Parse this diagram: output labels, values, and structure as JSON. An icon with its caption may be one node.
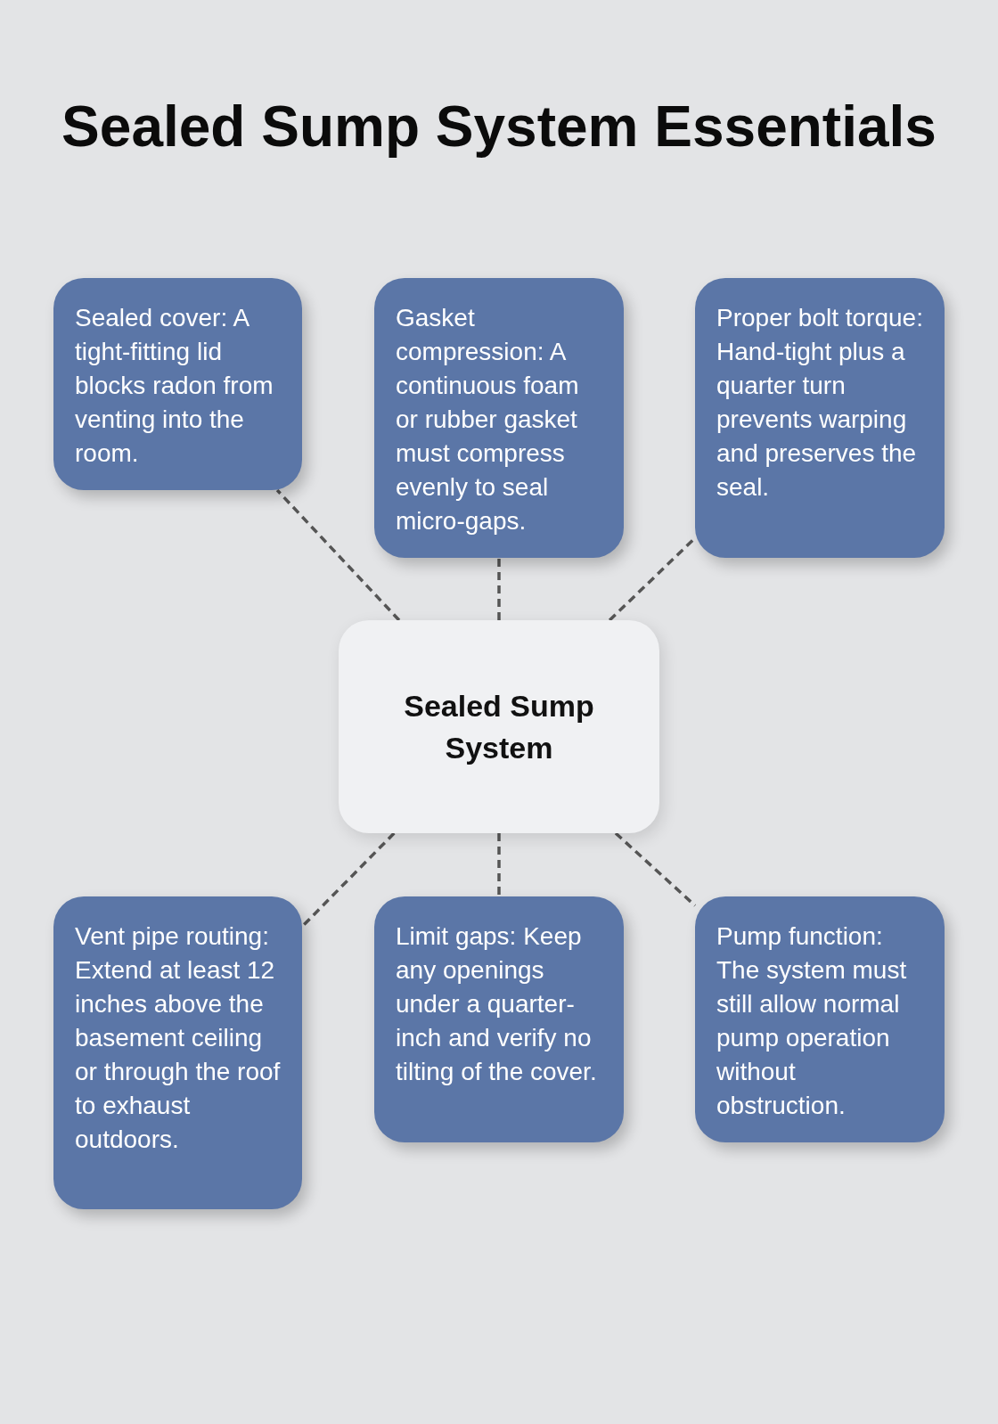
{
  "diagram": {
    "title": "Sealed Sump System Essentials",
    "nodes": [
      {
        "text": [
          "Sealed cover: A tight-fitting lid blocks radon from venting into the room."
        ]
      },
      {
        "text": [
          "Gasket compression: A continuous foam or rubber gasket must compress evenly to seal micro-gaps."
        ]
      },
      {
        "text": [
          "Proper bolt torque: Hand-tight plus a quarter turn prevents warping and preserves the seal."
        ]
      },
      {
        "text": [
          "Sealed Sump System"
        ]
      },
      {
        "text": [
          "Vent pipe routing: Extend at least 12 inches above the basement ceiling or through the roof to exhaust outdoors."
        ]
      },
      {
        "text": [
          "Limit gaps: Keep any openings under a quarter-inch and verify no tilting of the cover."
        ]
      },
      {
        "text": [
          "Pump function: The system must still allow normal pump operation without obstruction."
        ]
      }
    ],
    "edges": [
      {
        "from": 3,
        "to": 0,
        "arrow": "none",
        "style": "dashed"
      },
      {
        "from": 3,
        "to": 1,
        "arrow": "none",
        "style": "dashed"
      },
      {
        "from": 3,
        "to": 2,
        "arrow": "none",
        "style": "dashed"
      },
      {
        "from": 3,
        "to": 4,
        "arrow": "none",
        "style": "dashed"
      },
      {
        "from": 3,
        "to": 5,
        "arrow": "none",
        "style": "dashed"
      },
      {
        "from": 3,
        "to": 6,
        "arrow": "none",
        "style": "dashed"
      }
    ]
  }
}
